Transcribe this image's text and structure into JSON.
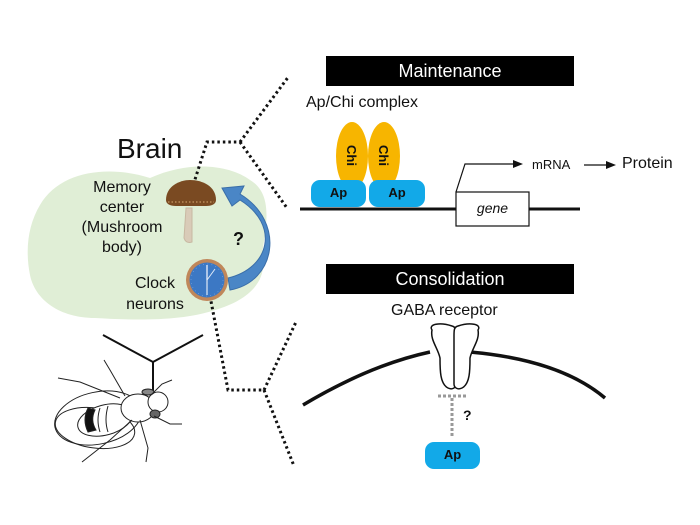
{
  "left_panel": {
    "brain_title": "Brain",
    "memory_center_lines": [
      "Memory",
      "center",
      "(Mushroom",
      "body)"
    ],
    "clock_neurons_lines": [
      "Clock",
      "neurons"
    ],
    "question_mark": "?",
    "icons": {
      "mushroom": "mushroom-icon",
      "clock": "clock-icon",
      "arrow": "curved-arrow-icon",
      "fly": "fruit-fly-icon"
    }
  },
  "maintenance": {
    "banner": "Maintenance",
    "complex_label": "Ap/Chi complex",
    "chi_labels": [
      "Chi",
      "Chi"
    ],
    "ap_labels": [
      "Ap",
      "Ap"
    ],
    "gene_label": "gene",
    "mrna_label": "mRNA",
    "protein_label": "Protein"
  },
  "consolidation": {
    "banner": "Consolidation",
    "receptor_label": "GABA receptor",
    "question_mark": "?",
    "ap_label": "Ap"
  },
  "colors": {
    "chi_yellow": "#f7b500",
    "ap_blue": "#12a9e8",
    "brain_green": "#e0eed6",
    "arrow_blue": "#4a86c6",
    "mushroom_cap": "#7a4a22",
    "mushroom_stem": "#d9cbb8",
    "clock_face": "#3c78c4",
    "clock_rim": "#c0875a",
    "banner_bg": "#000000",
    "dotted_gray": "#999999"
  }
}
